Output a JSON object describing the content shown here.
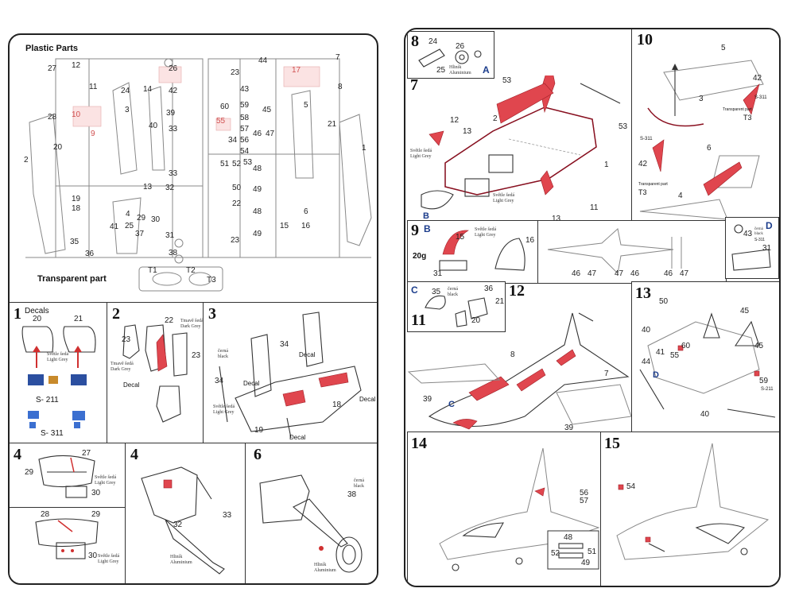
{
  "left_page": {
    "plastic_parts": {
      "title": "Plastic Parts",
      "transparent_label": "Transparent part",
      "sprue1_numbers": [
        "27",
        "12",
        "26",
        "11",
        "24",
        "14",
        "42",
        "28",
        "10",
        "3",
        "39",
        "9",
        "40",
        "33",
        "20",
        "2",
        "33",
        "19",
        "13",
        "32",
        "18",
        "4",
        "25",
        "29",
        "30",
        "41",
        "37",
        "31",
        "35",
        "36",
        "38"
      ],
      "sprue2_numbers": [
        "44",
        "7",
        "23",
        "17",
        "43",
        "8",
        "60",
        "59",
        "45",
        "5",
        "55",
        "58",
        "57",
        "56",
        "46",
        "47",
        "21",
        "34",
        "54",
        "1",
        "51",
        "52",
        "53",
        "48",
        "50",
        "49",
        "22",
        "48",
        "6",
        "23",
        "49",
        "15",
        "16"
      ],
      "transparent_numbers": [
        "T1",
        "T2",
        "T3"
      ]
    },
    "step1": {
      "number": "1",
      "title": "Decals",
      "parts": [
        "20",
        "21"
      ],
      "paint": "Světle šedá\nLight Grey",
      "decal_s211": "S- 211",
      "decal_s311": "S- 311"
    },
    "step2": {
      "number": "2",
      "parts": [
        "22",
        "23",
        "23"
      ],
      "paint_dark": "Tmavě šedá\nDark Grey",
      "paint_dark2": "Tmavě šedá\nDark Grey",
      "decal": "Decal"
    },
    "step3": {
      "number": "3",
      "parts": [
        "34",
        "34",
        "18",
        "19"
      ],
      "paint_black": "černá\nblack",
      "paint_grey": "Světle šedá\nLight Grey",
      "decals": [
        "Decal",
        "Decal",
        "Decal",
        "Decal"
      ]
    },
    "step4a": {
      "number": "4",
      "parts": [
        "27",
        "29",
        "30"
      ],
      "paint": "Světle šedá\nLight Grey"
    },
    "step4b": {
      "parts": [
        "28",
        "29",
        "30"
      ],
      "paint": "Světle šedá\nLight Grey"
    },
    "step5": {
      "number": "4",
      "parts": [
        "33",
        "32"
      ],
      "paint": "Hliník\nAluminium"
    },
    "step6": {
      "number": "6",
      "parts": [
        "38"
      ],
      "paint_black": "černá\nblack",
      "paint_alu": "Hliník\nAluminium"
    }
  },
  "right_page": {
    "step8": {
      "number": "8",
      "parts": [
        "24",
        "26",
        "25"
      ],
      "paint": "Hliník\nAluminium",
      "label": "A"
    },
    "step7": {
      "number": "7",
      "parts": [
        "53",
        "2",
        "12",
        "13",
        "53",
        "1",
        "11",
        "13"
      ],
      "paint1": "Světle šedá\nLight Grey",
      "paint2": "Světle šedá\nLight Grey",
      "label": "B"
    },
    "step10": {
      "number": "10",
      "parts": [
        "5",
        "42",
        "3",
        "42",
        "6",
        "4"
      ],
      "decal1": "S-311",
      "decal2": "S-311",
      "label1": "T3",
      "label2": "T3",
      "transparent1": "Transparent part",
      "transparent2": "Transparent part"
    },
    "step9": {
      "number": "9",
      "label": "B",
      "parts": [
        "15",
        "16",
        "31"
      ],
      "weight": "20g",
      "paint": "Světle šedá\nLight Grey"
    },
    "wing": {
      "parts": [
        "46",
        "47",
        "47",
        "46",
        "46",
        "47"
      ]
    },
    "step_d": {
      "label": "D",
      "parts": [
        "43",
        "31"
      ],
      "paint": "černá\nblack",
      "decal": "S-311"
    },
    "step11": {
      "number": "11",
      "label": "C",
      "parts": [
        "35",
        "36",
        "21",
        "20"
      ],
      "paint": "černá\nblack"
    },
    "step12": {
      "number": "12",
      "parts": [
        "8",
        "7",
        "39",
        "39"
      ],
      "label": "C"
    },
    "step13": {
      "number": "13",
      "parts": [
        "50",
        "45",
        "40",
        "41",
        "55",
        "60",
        "44",
        "45",
        "59",
        "40"
      ],
      "label": "D",
      "decal": "S-211"
    },
    "step14": {
      "number": "14",
      "parts": [
        "56",
        "57",
        "48",
        "52",
        "51",
        "49"
      ]
    },
    "step15": {
      "number": "15",
      "parts": [
        "54"
      ]
    }
  }
}
